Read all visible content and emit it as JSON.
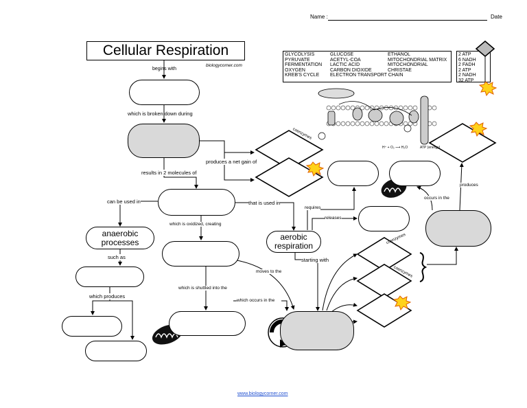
{
  "header": {
    "name_label": "Name :",
    "date_label": "Date"
  },
  "title": "Cellular Respiration",
  "source": "biologycorner.com",
  "terms": {
    "col1": [
      "GLYCOLYSIS",
      "PYRUVATE",
      "FERMENTATION",
      "OXYGEN",
      "KREB'S CYCLE"
    ],
    "col2": [
      "GLUCOSE",
      "ACETYL-COA",
      "LACTIC ACID",
      "CARBON DIOXIDE",
      "ELECTRON TRANSPORT CHAIN"
    ],
    "col3": [
      "ETHANOL",
      "MITOCHONDRIAL MATRIX",
      "MITOCHONDRIAL CHRISTAE"
    ]
  },
  "tally": [
    "2 ATP",
    "6 NADH",
    "2 FADH",
    "2 ATP",
    "2 NADH",
    "32 ATP"
  ],
  "labels": {
    "begins_with": "begins with",
    "broken_down": "which is broken down during",
    "produces_net_gain": "produces a net gain of",
    "coenzymes_1": "coenzymes",
    "results_in": "results in 2 molecules of",
    "can_be_used_in": "can be used in",
    "that_is_used_in": "that is used in",
    "requires": "requires",
    "releases": "releases",
    "oxidized": "which is oxidized, creating",
    "such_as": "such as",
    "which_produces": "which produces",
    "moves_to": "moves to the",
    "starting_with": "starting with",
    "shuttled": "which is shuttled into the",
    "occurs_in_1": "which occurs in the",
    "occurs_in_2": "occurs in the",
    "produces": "produces",
    "coenzymes_2": "coenzymes",
    "coenzymes_3": "coenzymes",
    "anaerobic": "anaerobic processes",
    "aerobic": "aerobic respiration",
    "membrane_eq": "H⁺ + O₂ ⟶ H₂O",
    "membrane_atp": "ATP (energy)"
  },
  "footer": "www.biologycorner.com"
}
